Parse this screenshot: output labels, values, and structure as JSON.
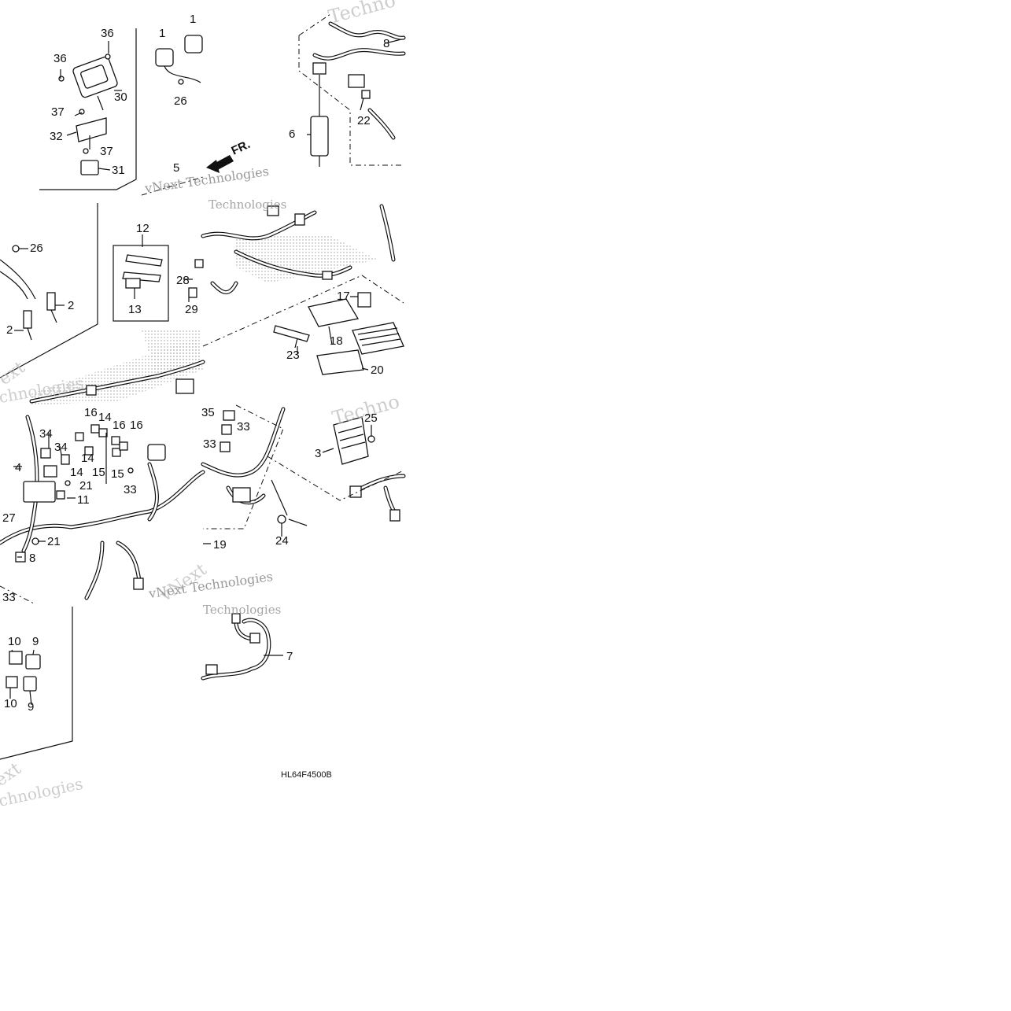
{
  "diagram": {
    "drawing_code": "HL64F4500B",
    "direction_label": "FR.",
    "callouts": [
      "1",
      "2",
      "3",
      "4",
      "5",
      "6",
      "7",
      "8",
      "9",
      "10",
      "11",
      "12",
      "13",
      "14",
      "15",
      "16",
      "17",
      "18",
      "19",
      "20",
      "21",
      "22",
      "23",
      "24",
      "25",
      "26",
      "27",
      "28",
      "29",
      "30",
      "31",
      "32",
      "33",
      "34",
      "35",
      "36",
      "37"
    ],
    "watermark_texts": [
      "vNext Technologies",
      "vNext",
      "Technologies",
      "chnologies",
      "Techno",
      "ext"
    ]
  }
}
